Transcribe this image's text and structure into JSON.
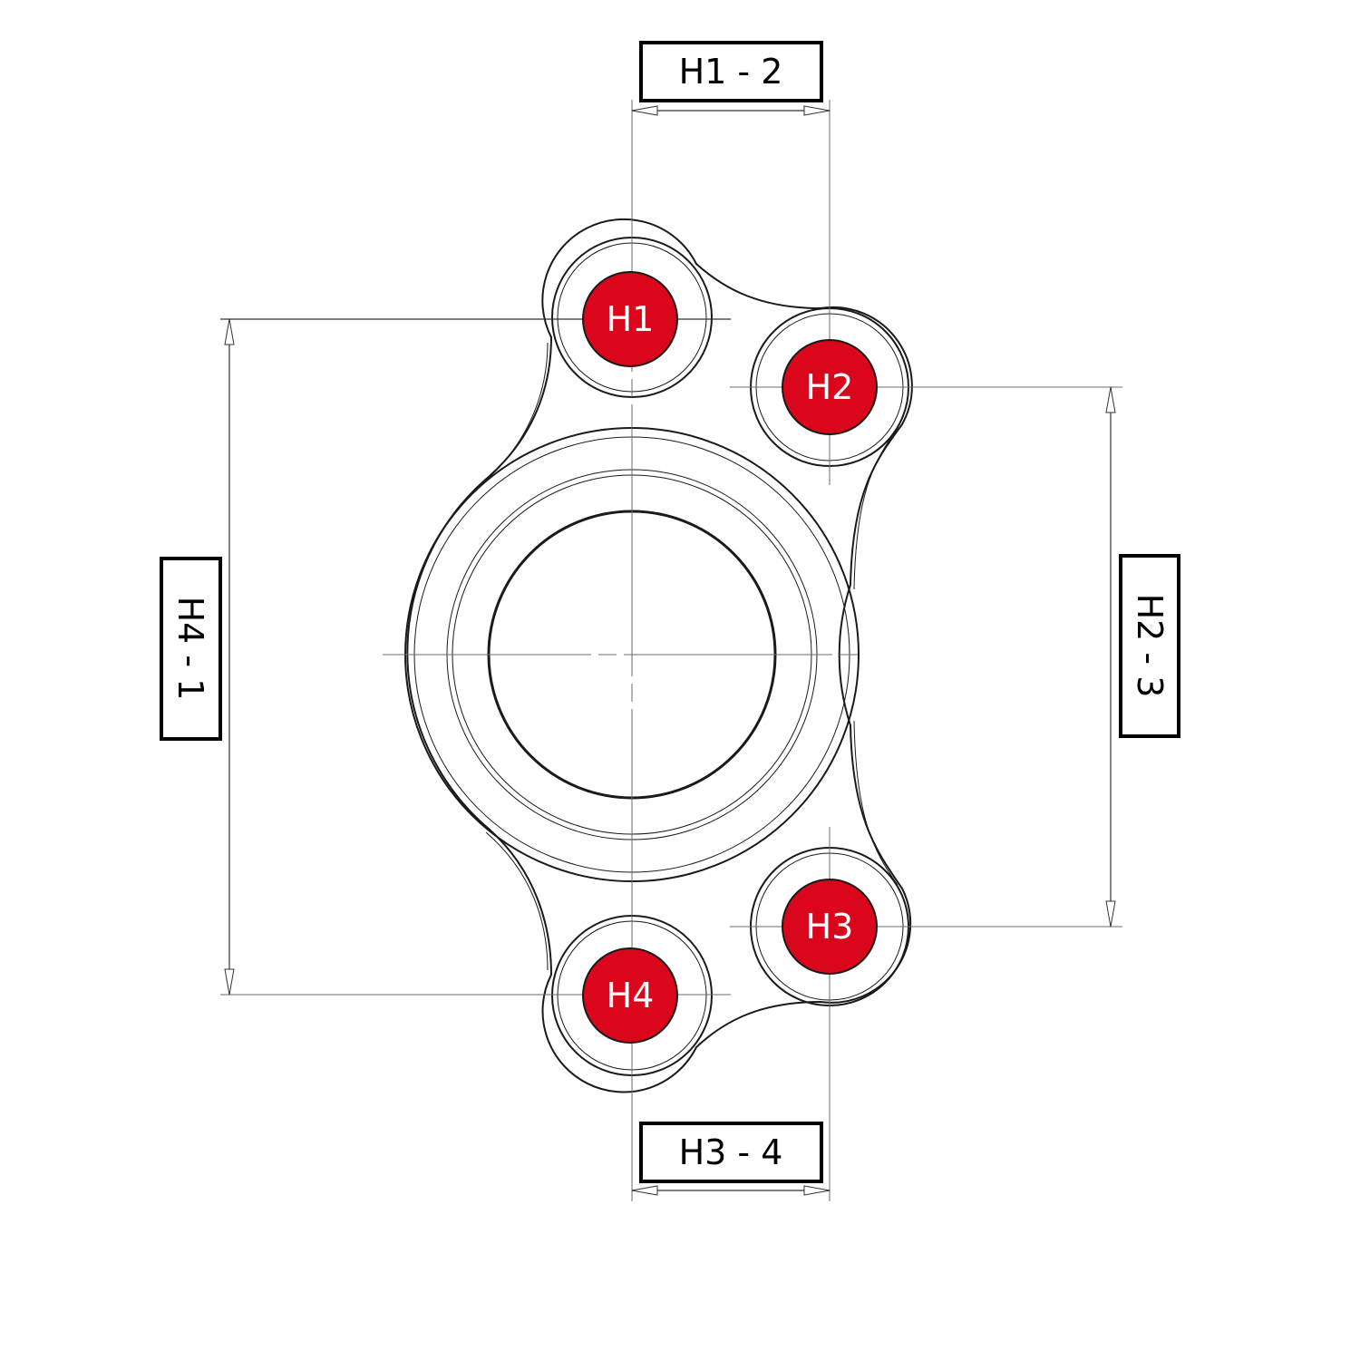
{
  "holes": [
    {
      "id": "h1",
      "label": "H1"
    },
    {
      "id": "h2",
      "label": "H2"
    },
    {
      "id": "h3",
      "label": "H3"
    },
    {
      "id": "h4",
      "label": "H4"
    }
  ],
  "dimensions": {
    "top": "H1 - 2",
    "bottom": "H3 - 4",
    "left": "H4 - 1",
    "right": "H2 - 3"
  },
  "colors": {
    "hole_fill": "#d9061c",
    "line": "#1a1a1a",
    "background": "#ffffff"
  }
}
